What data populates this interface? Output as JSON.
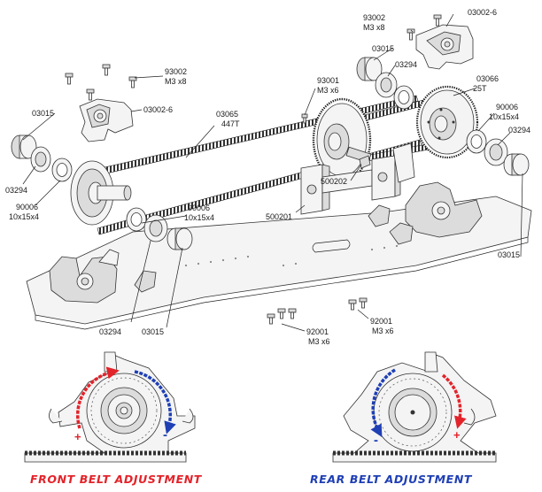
{
  "labels": {
    "front_top_screw_code": "93002",
    "front_top_screw_size": "M3 x8",
    "front_top_block_code": "03002-6",
    "front_left_bearing_cap": "03015",
    "front_left_insert": "03294",
    "front_left_bearing_code": "90006",
    "front_left_bearing_size": "10x15x4",
    "long_belt_code": "03065",
    "long_belt_size": "447T",
    "mid_screw_code": "93001",
    "mid_screw_size": "M3 x6",
    "front_right_bearing_code": "90006",
    "front_right_bearing_size": "10x15x4",
    "front_right_insert": "03294",
    "front_right_cap": "03015",
    "rear_top_screw_code": "93002",
    "rear_top_screw_size": "M3 x8",
    "rear_top_block_code": "03002-6",
    "rear_top_cap": "03015",
    "rear_top_insert": "03294",
    "rear_pulley_code": "03066",
    "rear_pulley_size": "25T",
    "rear_bearing_code": "90006",
    "rear_bearing_size": "10x15x4",
    "rear_insert": "03294",
    "rear_cap": "03015",
    "mount_upper_code": "500202",
    "mount_lower_code": "500201",
    "bottom_left_screw_code": "92001",
    "bottom_left_screw_size": "M3 x6",
    "bottom_right_screw_code": "92001",
    "bottom_right_screw_size": "M3 x6"
  },
  "captions": {
    "front": "FRONT BELT ADJUSTMENT",
    "rear": "REAR BELT ADJUSTMENT"
  },
  "symbols": {
    "plus": "+",
    "minus": "-"
  },
  "colors": {
    "front_caption": "#e3232a",
    "rear_caption": "#1f3fb4",
    "plus_arrow": "#e3232a",
    "minus_arrow": "#1f3fb4"
  }
}
